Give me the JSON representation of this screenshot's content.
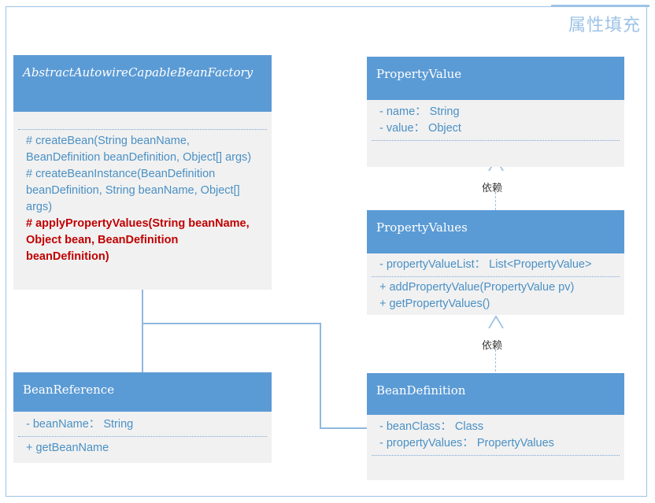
{
  "diagram": {
    "title": "属性填充",
    "colors": {
      "header_blue": "#5B9BD5",
      "body_gray": "#F1F1F1",
      "member_blue": "#4A90C4",
      "highlight_red": "#C00000",
      "frame_blue": "#9DC3E6",
      "connector_blue": "#8FB8DE"
    }
  },
  "classes": {
    "abstract_factory": {
      "name": "AbstractAutowireCapableBeanFactory",
      "stereotype": "abstract",
      "attributes": [],
      "methods": [
        {
          "text": "# createBean(String beanName, BeanDefinition beanDefinition, Object[] args)",
          "highlight": false
        },
        {
          "text": "# createBeanInstance(BeanDefinition beanDefinition, String beanName, Object[] args)",
          "highlight": false
        },
        {
          "text": "# applyPropertyValues(String beanName, Object bean, BeanDefinition beanDefinition)",
          "highlight": true
        }
      ]
    },
    "bean_reference": {
      "name": "BeanReference",
      "attributes": [
        {
          "text": "- beanName： String"
        }
      ],
      "methods": [
        {
          "text": "+ getBeanName"
        }
      ]
    },
    "property_value": {
      "name": "PropertyValue",
      "attributes": [
        {
          "text": "- name： String"
        },
        {
          "text": "- value： Object"
        }
      ],
      "methods": []
    },
    "property_values": {
      "name": "PropertyValues",
      "attributes": [
        {
          "text": "- propertyValueList： List<PropertyValue>"
        }
      ],
      "methods": [
        {
          "text": "+ addPropertyValue(PropertyValue pv)"
        },
        {
          "text": "+ getPropertyValues()"
        }
      ]
    },
    "bean_definition": {
      "name": "BeanDefinition",
      "attributes": [
        {
          "text": "- beanClass： Class"
        },
        {
          "text": "- propertyValues： PropertyValues"
        }
      ],
      "methods": []
    }
  },
  "relations": [
    {
      "id": "dep_pv",
      "label": "依赖",
      "type": "dependency",
      "from": "PropertyValues",
      "to": "PropertyValue"
    },
    {
      "id": "dep_bd",
      "label": "依赖",
      "type": "dependency",
      "from": "BeanDefinition",
      "to": "PropertyValues"
    },
    {
      "id": "assoc_factory_ref",
      "label": "",
      "type": "association",
      "from": "AbstractAutowireCapableBeanFactory",
      "to": "BeanReference"
    },
    {
      "id": "assoc_factory_bd",
      "label": "",
      "type": "association",
      "from": "AbstractAutowireCapableBeanFactory",
      "to": "BeanDefinition"
    }
  ]
}
